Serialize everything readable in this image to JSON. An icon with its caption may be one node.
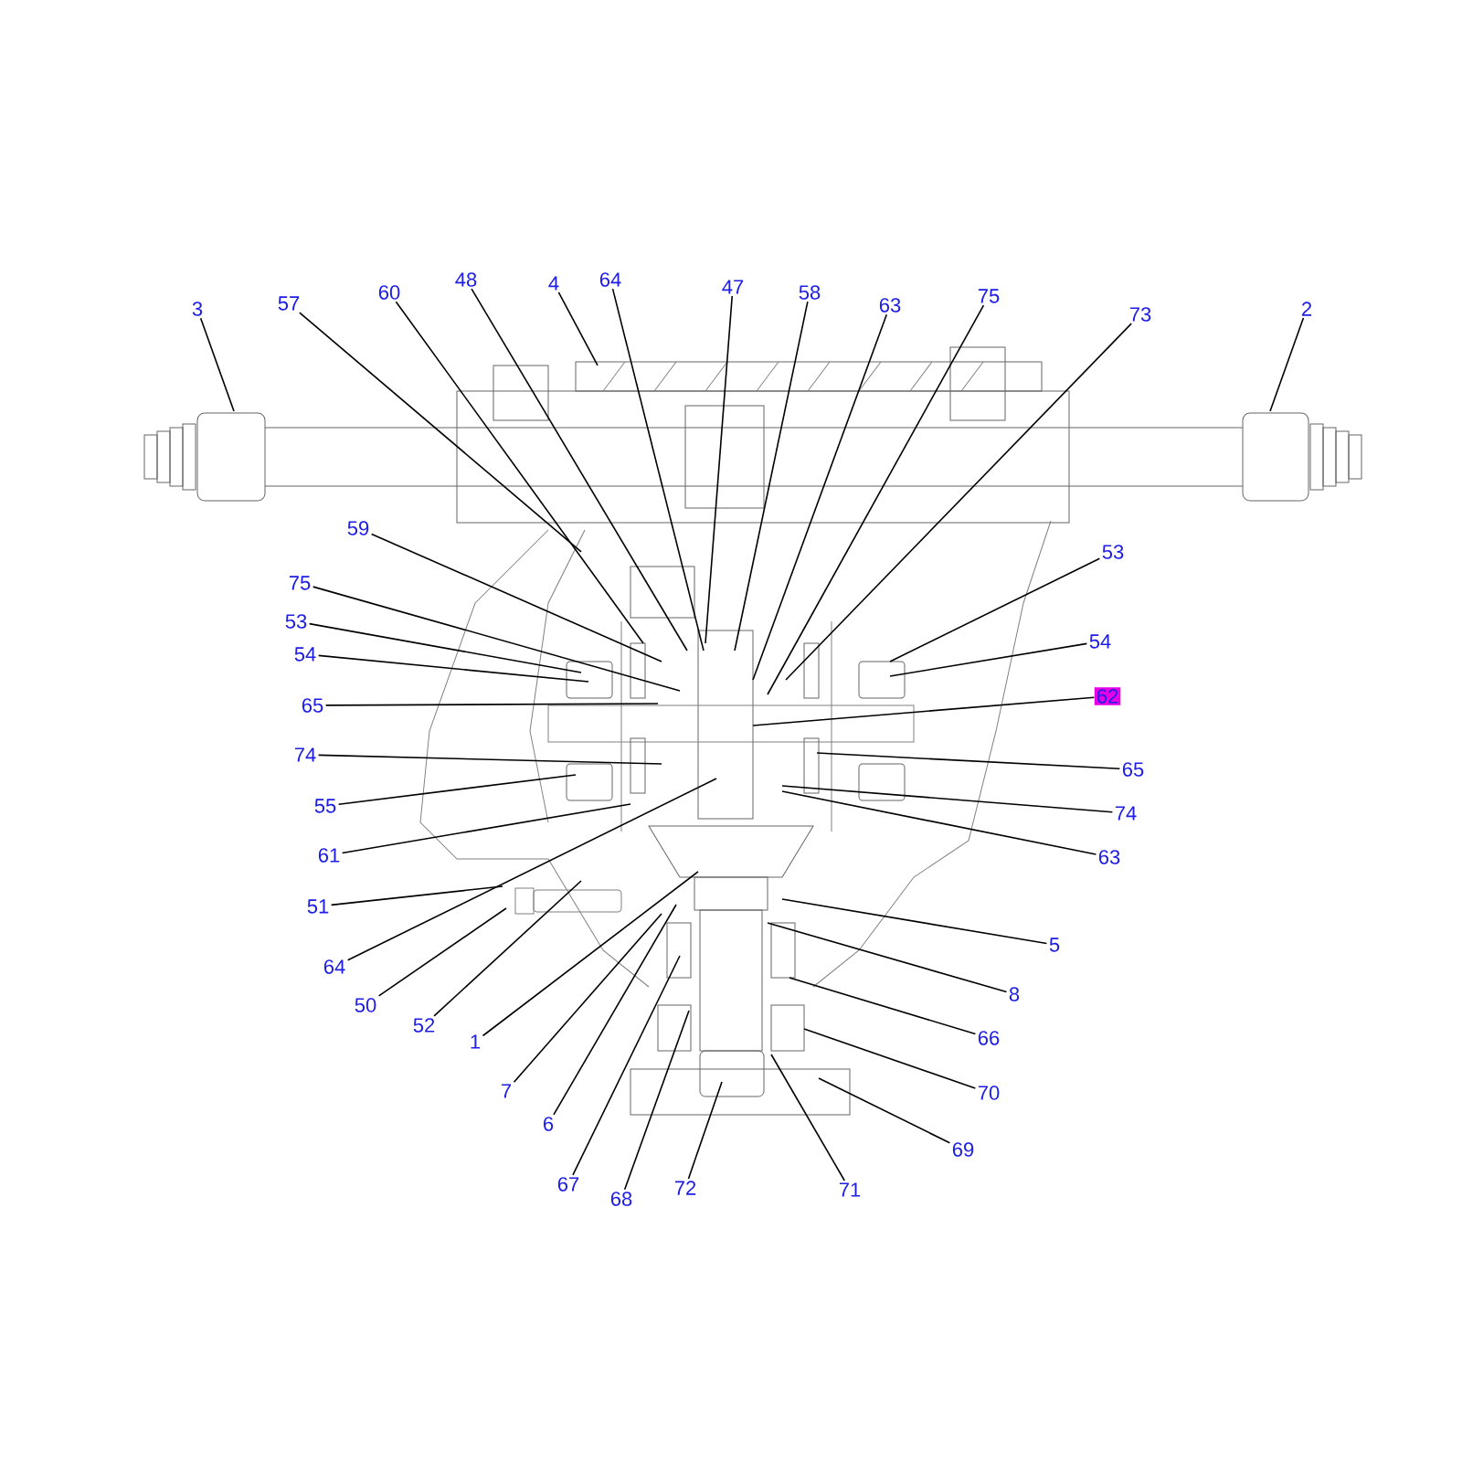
{
  "diagram": {
    "nodes": [
      {
        "text": [
          "3"
        ]
      },
      {
        "text": [
          "57"
        ]
      },
      {
        "text": [
          "60"
        ]
      },
      {
        "text": [
          "48"
        ]
      },
      {
        "text": [
          "4"
        ]
      },
      {
        "text": [
          "64"
        ]
      },
      {
        "text": [
          "47"
        ]
      },
      {
        "text": [
          "58"
        ]
      },
      {
        "text": [
          "63"
        ]
      },
      {
        "text": [
          "75"
        ]
      },
      {
        "text": [
          "73"
        ]
      },
      {
        "text": [
          "2"
        ]
      },
      {
        "text": [
          "59"
        ]
      },
      {
        "text": [
          "75"
        ]
      },
      {
        "text": [
          "53"
        ]
      },
      {
        "text": [
          "54"
        ]
      },
      {
        "text": [
          "65"
        ]
      },
      {
        "text": [
          "74"
        ]
      },
      {
        "text": [
          "55"
        ]
      },
      {
        "text": [
          "61"
        ]
      },
      {
        "text": [
          "51"
        ]
      },
      {
        "text": [
          "64"
        ]
      },
      {
        "text": [
          "50"
        ]
      },
      {
        "text": [
          "52"
        ]
      },
      {
        "text": [
          "1"
        ]
      },
      {
        "text": [
          "7"
        ]
      },
      {
        "text": [
          "6"
        ]
      },
      {
        "text": [
          "67"
        ]
      },
      {
        "text": [
          "68"
        ]
      },
      {
        "text": [
          "72"
        ]
      },
      {
        "text": [
          "71"
        ]
      },
      {
        "text": [
          "69"
        ]
      },
      {
        "text": [
          "70"
        ]
      },
      {
        "text": [
          "66"
        ]
      },
      {
        "text": [
          "8"
        ]
      },
      {
        "text": [
          "5"
        ]
      },
      {
        "text": [
          "53"
        ]
      },
      {
        "text": [
          "54"
        ]
      },
      {
        "text": [
          "62"
        ]
      },
      {
        "text": [
          "65"
        ]
      },
      {
        "text": [
          "74"
        ]
      },
      {
        "text": [
          "63"
        ]
      }
    ],
    "edges": [
      {
        "from": 0,
        "to": null,
        "arrow": "none"
      },
      {
        "from": 1,
        "to": null,
        "arrow": "none"
      },
      {
        "from": 2,
        "to": null,
        "arrow": "none"
      },
      {
        "from": 3,
        "to": null,
        "arrow": "none"
      },
      {
        "from": 4,
        "to": null,
        "arrow": "none"
      },
      {
        "from": 5,
        "to": null,
        "arrow": "none"
      },
      {
        "from": 6,
        "to": null,
        "arrow": "none"
      },
      {
        "from": 7,
        "to": null,
        "arrow": "none"
      },
      {
        "from": 8,
        "to": null,
        "arrow": "none"
      },
      {
        "from": 9,
        "to": null,
        "arrow": "none"
      },
      {
        "from": 10,
        "to": null,
        "arrow": "none"
      },
      {
        "from": 11,
        "to": null,
        "arrow": "none"
      },
      {
        "from": 12,
        "to": null,
        "arrow": "none"
      },
      {
        "from": 13,
        "to": null,
        "arrow": "none"
      },
      {
        "from": 14,
        "to": null,
        "arrow": "none"
      },
      {
        "from": 15,
        "to": null,
        "arrow": "none"
      },
      {
        "from": 16,
        "to": null,
        "arrow": "none"
      },
      {
        "from": 17,
        "to": null,
        "arrow": "none"
      },
      {
        "from": 18,
        "to": null,
        "arrow": "none"
      },
      {
        "from": 19,
        "to": null,
        "arrow": "none"
      },
      {
        "from": 20,
        "to": null,
        "arrow": "none"
      },
      {
        "from": 21,
        "to": null,
        "arrow": "none"
      },
      {
        "from": 22,
        "to": null,
        "arrow": "none"
      },
      {
        "from": 23,
        "to": null,
        "arrow": "none"
      },
      {
        "from": 24,
        "to": null,
        "arrow": "none"
      },
      {
        "from": 25,
        "to": null,
        "arrow": "none"
      },
      {
        "from": 26,
        "to": null,
        "arrow": "none"
      },
      {
        "from": 27,
        "to": null,
        "arrow": "none"
      },
      {
        "from": 28,
        "to": null,
        "arrow": "none"
      },
      {
        "from": 29,
        "to": null,
        "arrow": "none"
      },
      {
        "from": 30,
        "to": null,
        "arrow": "none"
      },
      {
        "from": 31,
        "to": null,
        "arrow": "none"
      },
      {
        "from": 32,
        "to": null,
        "arrow": "none"
      },
      {
        "from": 33,
        "to": null,
        "arrow": "none"
      },
      {
        "from": 34,
        "to": null,
        "arrow": "none"
      },
      {
        "from": 35,
        "to": null,
        "arrow": "none"
      },
      {
        "from": 36,
        "to": null,
        "arrow": "none"
      },
      {
        "from": 37,
        "to": null,
        "arrow": "none"
      },
      {
        "from": 38,
        "to": null,
        "arrow": "none"
      },
      {
        "from": 39,
        "to": null,
        "arrow": "none"
      },
      {
        "from": 40,
        "to": null,
        "arrow": "none"
      },
      {
        "from": 41,
        "to": null,
        "arrow": "none"
      }
    ]
  }
}
